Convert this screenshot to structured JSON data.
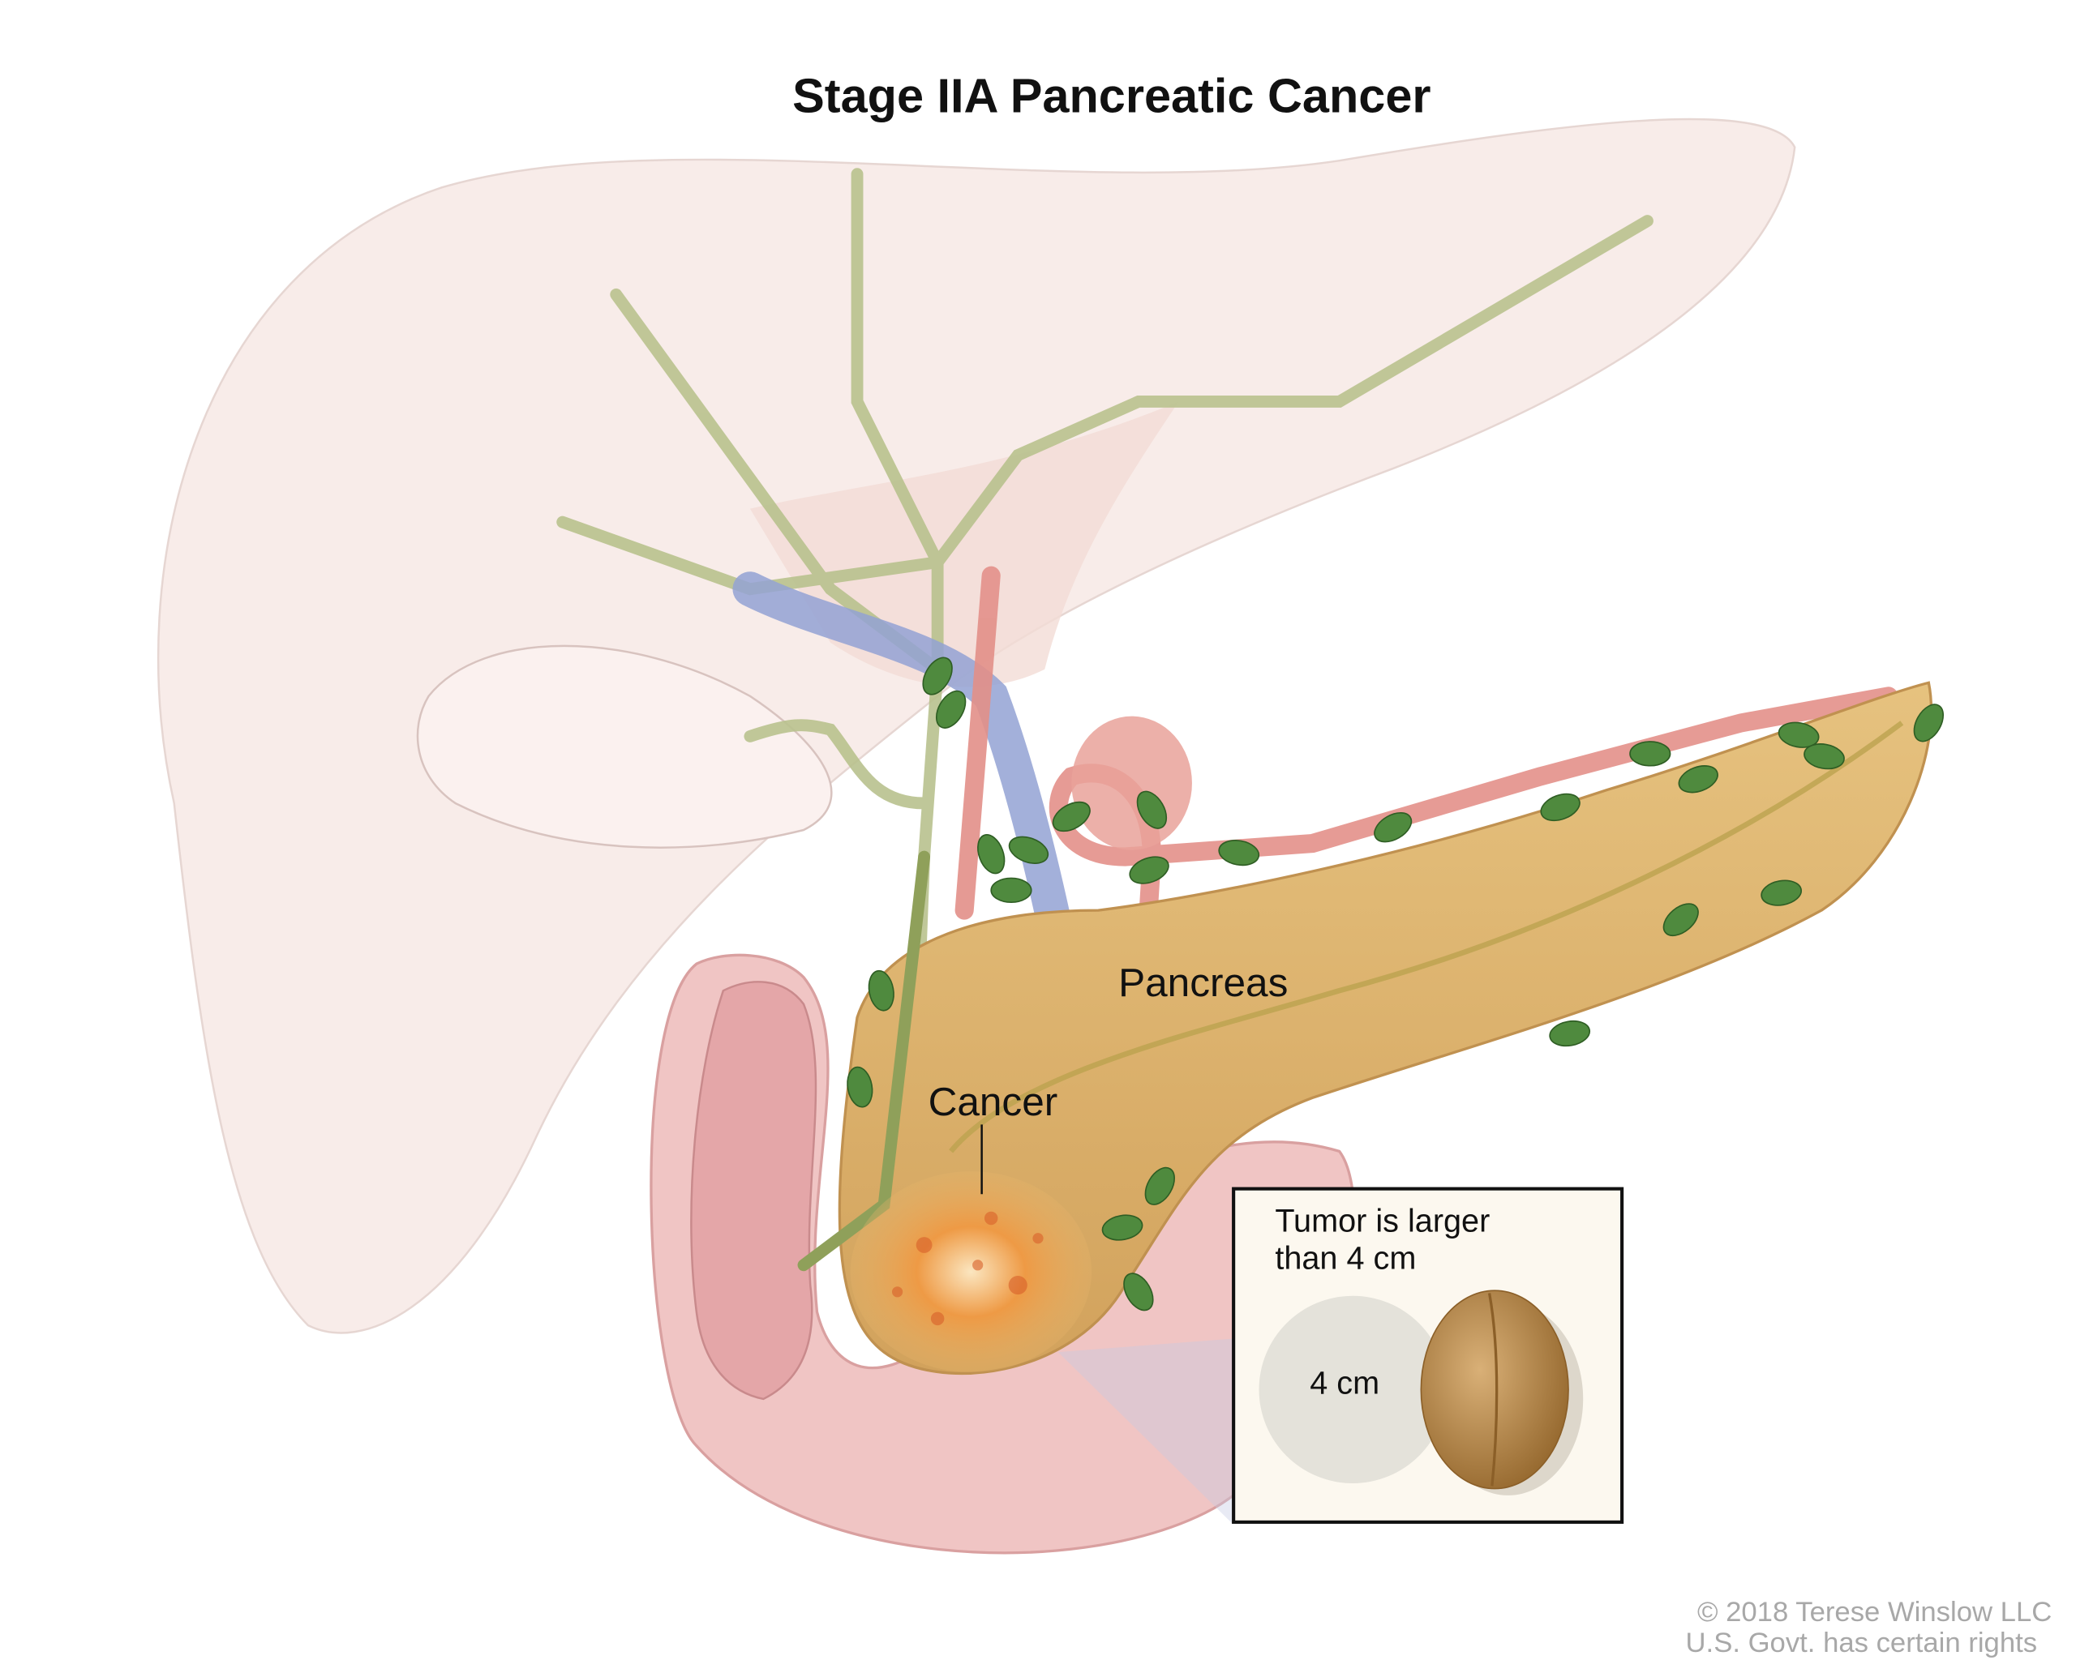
{
  "title": "Stage IIA Pancreatic Cancer",
  "labels": {
    "pancreas": "Pancreas",
    "cancer": "Cancer"
  },
  "inset": {
    "line1": "Tumor is larger",
    "line2": "than 4 cm",
    "circle_label": "4 cm"
  },
  "credit": {
    "line1": "© 2018 Terese Winslow LLC",
    "line2": "U.S. Govt. has certain rights"
  },
  "colors": {
    "pancreas": "#dcb06a",
    "tumor": "#e8873a",
    "lymph_node": "#4f8a3e",
    "duodenum": "#e9b5b5",
    "liver": "#f6e4e1",
    "vein": "#8f9fd0",
    "artery": "#e28a82",
    "bile_duct": "#a8b878",
    "inset_bg": "#fcf8ef"
  }
}
